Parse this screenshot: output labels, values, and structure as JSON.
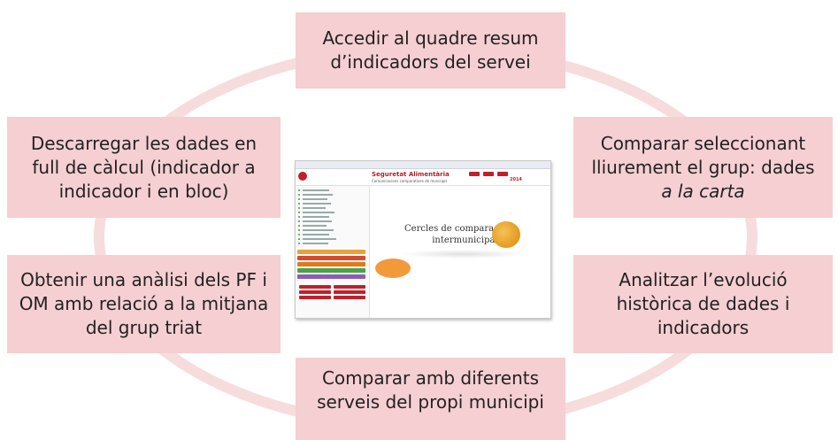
{
  "nodes": {
    "top": "Accedir al quadre resum d’indicadors del servei",
    "right_top_line1": "Comparar seleccionant lliurement el grup: dades",
    "right_top_italic": "a la carta",
    "right_bottom": "Analitzar l’evolució històrica de dades i indicadors",
    "bottom": "Comparar amb diferents serveis del propi municipi",
    "left_bottom": "Obtenir una anàlisi dels PF i OM amb relació a la mitjana del grup triat",
    "left_top": "Descarregar les dades en full de càlcul (indicador a indicador i en bloc)"
  },
  "thumbnail": {
    "title": "Seguretat Alimentària",
    "subtitle": "Comunicacions comparatives de municipis",
    "year": "2014",
    "caption_line1": "Cercles de comparació",
    "caption_line2": "intermunicipals"
  },
  "colors": {
    "ring": "#f7dcdd",
    "box_fill": "#f5cfd2",
    "accent": "#c0202a"
  }
}
